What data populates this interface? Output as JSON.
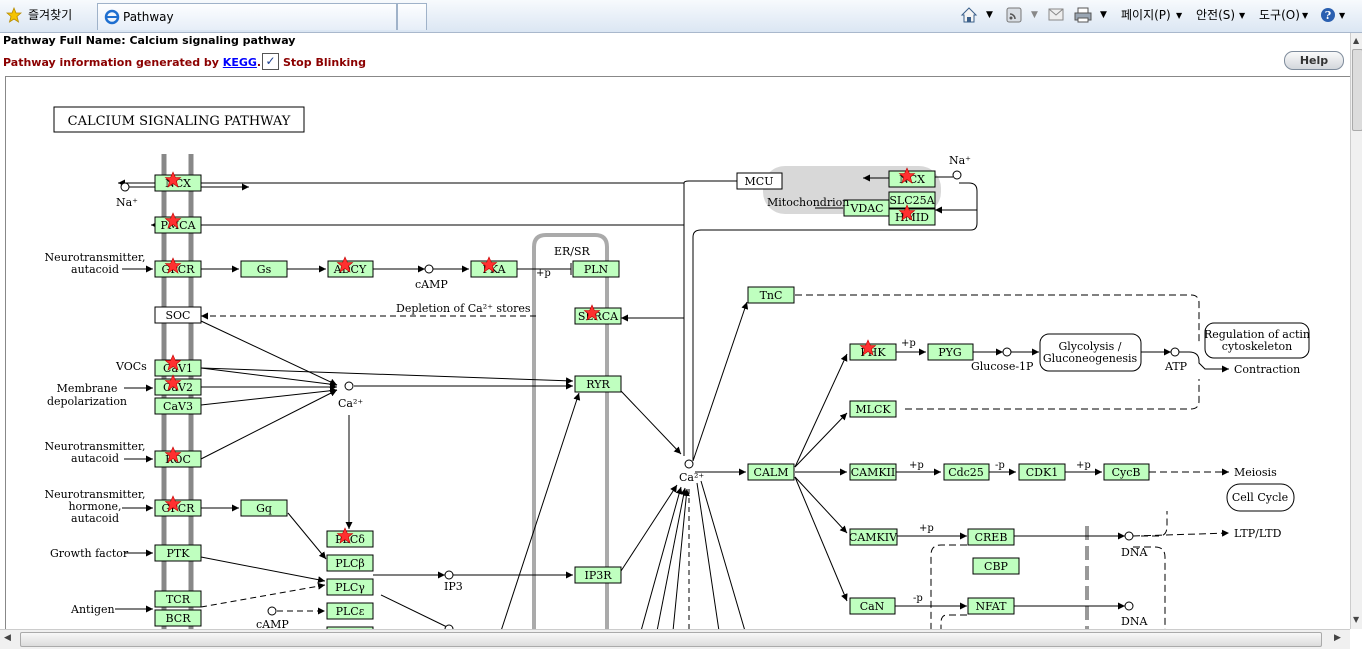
{
  "browser": {
    "favorites_label": "즐겨찾기",
    "tab_title": "Pathway",
    "menu": {
      "page": "페이지(P)",
      "safety": "안전(S)",
      "tools": "도구(O)"
    }
  },
  "page": {
    "full_name": "Pathway Full Name: Calcium signaling pathway",
    "info_prefix": "Pathway information generated by ",
    "kegg_link": "KEGG",
    "info_suffix": ".",
    "stop_blinking": "Stop Blinking",
    "help_label": "Help"
  },
  "map": {
    "title": "CALCIUM SIGNALING PATHWAY",
    "genes": {
      "ncx": "NCX",
      "pmca": "PMCA",
      "gpcr1": "GPCR",
      "gs": "Gs",
      "adcy": "ADCY",
      "pka": "PKA",
      "pln": "PLN",
      "serca": "SERCA",
      "soc": "SOC",
      "cav1": "CaV1",
      "cav2": "CaV2",
      "cav3": "CaV3",
      "ryr": "RYR",
      "roc": "ROC",
      "gpcr2": "GPCR",
      "gq": "Gq",
      "plcd": "PLCδ",
      "plcb": "PLCβ",
      "plcg": "PLCγ",
      "plce": "PLCε",
      "ptk": "PTK",
      "tcr": "TCR",
      "bcr": "BCR",
      "ip3r": "IP3R",
      "mcu": "MCU",
      "ncx_mito": "NCX",
      "vdac": "VDAC",
      "slc25a": "SLC25A",
      "hmid": "HMID",
      "tnc": "TnC",
      "phk": "PHK",
      "pyg": "PYG",
      "mlck": "MLCK",
      "calm": "CALM",
      "camkii": "CAMKII",
      "cdc25": "Cdc25",
      "cdk1": "CDK1",
      "cycb": "CycB",
      "camkiv": "CAMKIV",
      "creb": "CREB",
      "cbp": "CBP",
      "can": "CaN",
      "nfat": "NFAT"
    },
    "labels": {
      "na_left": "Na⁺",
      "na_right": "Na⁺",
      "neuro1": "Neurotransmitter,",
      "neuro1b": "autacoid",
      "camp": "cAMP",
      "p1": "+p",
      "ersr": "ER/SR",
      "depletion": "Depletion of Ca²⁺ stores",
      "vocs": "VOCs",
      "membrane": "Membrane",
      "depol": "depolarization",
      "ca_mid": "Ca²⁺",
      "neuro2": "Neurotransmitter,",
      "neuro2b": "autacoid",
      "neuro3": "Neurotransmitter,",
      "neuro3b": "hormone,",
      "neuro3c": "autacoid",
      "growth": "Growth factor",
      "antigen": "Antigen",
      "camp2": "cAMP",
      "ip3": "IP3",
      "ca_center": "Ca²⁺",
      "mito": "Mitochondrion",
      "glycolysis": "Glycolysis /",
      "gluconeo": "Gluconeogenesis",
      "glucose": "Glucose-1P",
      "atp": "ATP",
      "actin1": "Regulation of actin",
      "actin2": "cytoskeleton",
      "contraction": "Contraction",
      "meiosis": "Meiosis",
      "cellcycle": "Cell Cycle",
      "ltp": "LTP/LTD",
      "dna1": "DNA",
      "dna2": "DNA",
      "p_phk": "+p",
      "p_cdc": "+p",
      "m_cdk": "-p",
      "p_cycb": "+p",
      "p_creb": "+p",
      "m_nfat": "-p"
    }
  },
  "colors": {
    "gene_fill": "#bfffbf",
    "star": "#ff3030"
  }
}
